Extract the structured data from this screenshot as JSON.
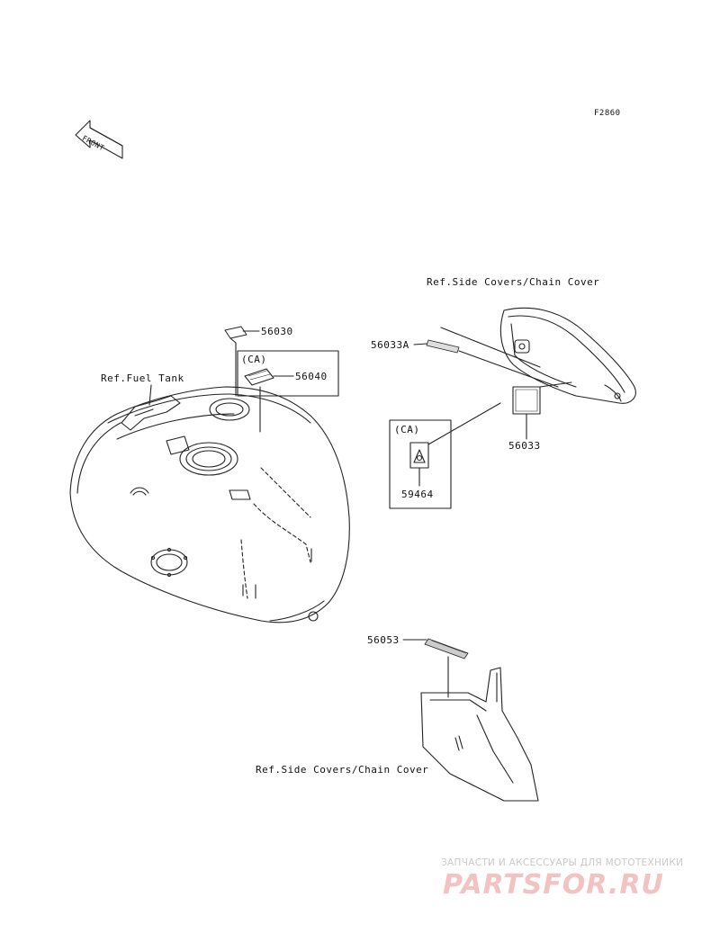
{
  "figure_code": "F2860",
  "front_arrow_label": "FRONT",
  "refs": {
    "fuel_tank": "Ref.Fuel Tank",
    "side_covers_top": "Ref.Side Covers/Chain Cover",
    "side_covers_bottom": "Ref.Side Covers/Chain Cover"
  },
  "parts": {
    "p56030": "56030",
    "p56040": "56040",
    "p56033A": "56033A",
    "p56033": "56033",
    "p59464": "59464",
    "p56053": "56053"
  },
  "ca_labels": {
    "ca1": "(CA)",
    "ca2": "(CA)"
  },
  "watermark": {
    "tagline": "ЗАПЧАСТИ И АКСЕССУАРЫ ДЛЯ МОТОТЕХНИКИ",
    "logo": "PARTSFOR.RU"
  }
}
